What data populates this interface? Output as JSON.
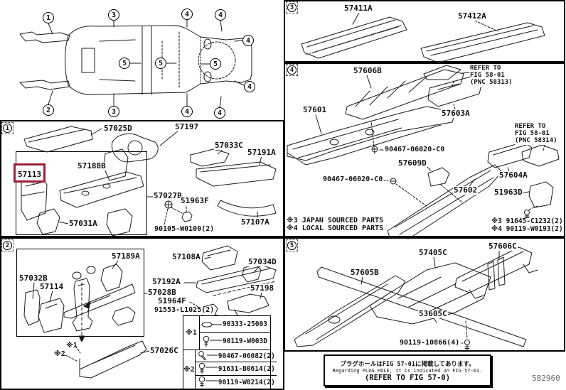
{
  "doc": {
    "number": "582960",
    "highlight_color": "#9c1f3c",
    "line_color": "#1a1a1a",
    "bg": "#ffffff"
  },
  "overview": {
    "callouts": [
      "1",
      "2",
      "3",
      "3",
      "4",
      "4",
      "4",
      "4",
      "4",
      "4",
      "5",
      "5",
      "5"
    ]
  },
  "sections": {
    "s1": {
      "marker": "1",
      "parts": {
        "p57025d": "57025D",
        "p57197": "57197",
        "p57033c": "57033C",
        "p57191a": "57191A",
        "p57113": "57113",
        "p57188b": "57188B",
        "p57027b": "57027B",
        "p51963f": "51963F",
        "p57031a": "57031A",
        "p90105": "90105-W0100(2)",
        "p57107a": "57107A"
      }
    },
    "s2": {
      "marker": "2",
      "parts": {
        "p57189a": "57189A",
        "p57032b": "57032B",
        "p57114": "57114",
        "p57108a": "57108A",
        "p57034d": "57034D",
        "p57192a": "57192A",
        "p57028b": "57028B",
        "p51964f": "51964F",
        "p91553": "91553-L1025(2)",
        "p57198": "57198",
        "p57026c": "57026C"
      },
      "marks": {
        "m1": "※1",
        "m2": "※2"
      }
    },
    "s3": {
      "marker": "3",
      "parts": {
        "p57411a": "57411A",
        "p57412a": "57412A"
      }
    },
    "s4": {
      "marker": "4",
      "parts": {
        "p57606b": "57606B",
        "p57601": "57601",
        "p57603a": "57603A",
        "p57609d": "57609D",
        "p57602": "57602",
        "p57604a": "57604A",
        "p51963d": "51963D",
        "screw_top": "90467-06020-C0",
        "screw_mid": "90467-06020-C0"
      },
      "refer1": {
        "l1": "REFER TO",
        "l2": "FIG 58-01",
        "l3": "(PNC 58313)"
      },
      "refer2": {
        "l1": "REFER TO",
        "l2": "FIG 58-01",
        "l3": "(PNC 58314)"
      },
      "marked_parts": {
        "m3": "※3 91645-C1232(2)",
        "m4": "※4 90119-W0193(2)"
      },
      "footnotes": {
        "f3": "※3 JAPAN SOURCED PARTS",
        "f4": "※4 LOCAL SOURCED PARTS"
      }
    },
    "s5": {
      "marker": "5",
      "parts": {
        "p57405c": "57405C",
        "p57606c": "57606C",
        "p57605b": "57605B",
        "p53605c": "53605C",
        "p90119": "90119-10866(4)"
      }
    }
  },
  "fastener_table": {
    "groups": [
      {
        "mark": "※1",
        "rows": [
          {
            "icon": "clip-icon",
            "part": "90333-25003"
          },
          {
            "icon": "bolt-icon",
            "part": "90119-W003D"
          }
        ]
      },
      {
        "mark": "※2",
        "rows": [
          {
            "icon": "screw-icon",
            "part": "90467-06082(2)"
          },
          {
            "icon": "bolt-icon",
            "part": "91631-B0614(2)"
          },
          {
            "icon": "bolt-icon",
            "part": "90119-W0214(2)"
          }
        ]
      }
    ]
  },
  "note_box": {
    "line1": "プラグホールはFIG 57-01に掲載してあります。",
    "line2": "Regarding PLUG HOLE, it is indicated on FIG 57-01.",
    "line3": "(REFER TO FIG 57-0)"
  }
}
